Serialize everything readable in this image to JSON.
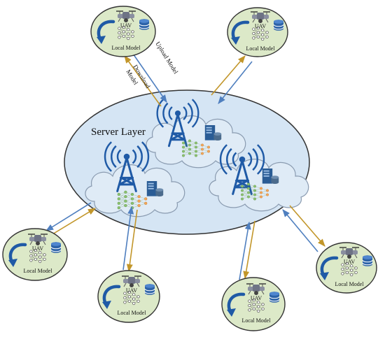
{
  "server": {
    "title": "Server Layer"
  },
  "clients": [
    {
      "uav_label": "UAV",
      "model_label": "Local Model"
    },
    {
      "uav_label": "UAV",
      "model_label": "Local Model"
    },
    {
      "uav_label": "UAV",
      "model_label": "Local Model"
    },
    {
      "uav_label": "UAV",
      "model_label": "Local Model"
    },
    {
      "uav_label": "UAV",
      "model_label": "Local Model"
    },
    {
      "uav_label": "UAV",
      "model_label": "Local Model"
    }
  ],
  "arrows": {
    "upload_label": "Upload Model",
    "download_label": "Download Model",
    "download_line1": "Download",
    "download_line2": "Model"
  },
  "colors": {
    "server_fill": "#d5e5f4",
    "client_fill": "#dce9c8",
    "upload_arrow": "#4f7fbf",
    "download_arrow": "#c2962a",
    "tower": "#1f5aa6",
    "server_box": "#2a5c95"
  },
  "icons": [
    "drone-icon",
    "database-icon",
    "refresh-arrow-icon",
    "neural-network-icon",
    "radio-tower-icon",
    "server-rack-icon",
    "cloud-icon"
  ]
}
